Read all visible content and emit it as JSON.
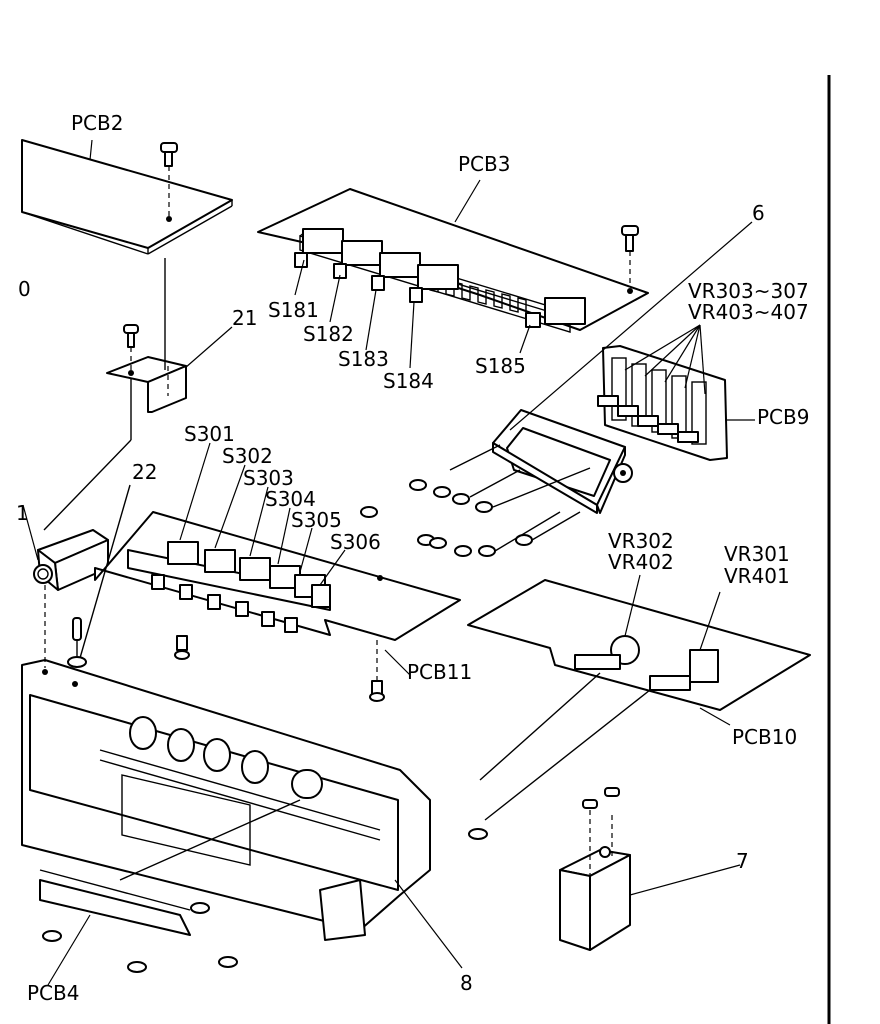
{
  "labels": {
    "pcb2": "PCB2",
    "pcb3": "PCB3",
    "pcb4": "PCB4",
    "pcb9": "PCB9",
    "pcb10": "PCB10",
    "pcb11": "PCB11",
    "part0": "0",
    "part1": "1",
    "part6": "6",
    "part7": "7",
    "part8": "8",
    "part21": "21",
    "part22": "22",
    "s181": "S181",
    "s182": "S182",
    "s183": "S183",
    "s184": "S184",
    "s185": "S185",
    "s301": "S301",
    "s302": "S302",
    "s303": "S303",
    "s304": "S304",
    "s305": "S305",
    "s306": "S306",
    "vr303_307": "VR303~307",
    "vr403_407": "VR403~407",
    "vr302": "VR302",
    "vr402": "VR402",
    "vr301": "VR301",
    "vr401": "VR401"
  }
}
